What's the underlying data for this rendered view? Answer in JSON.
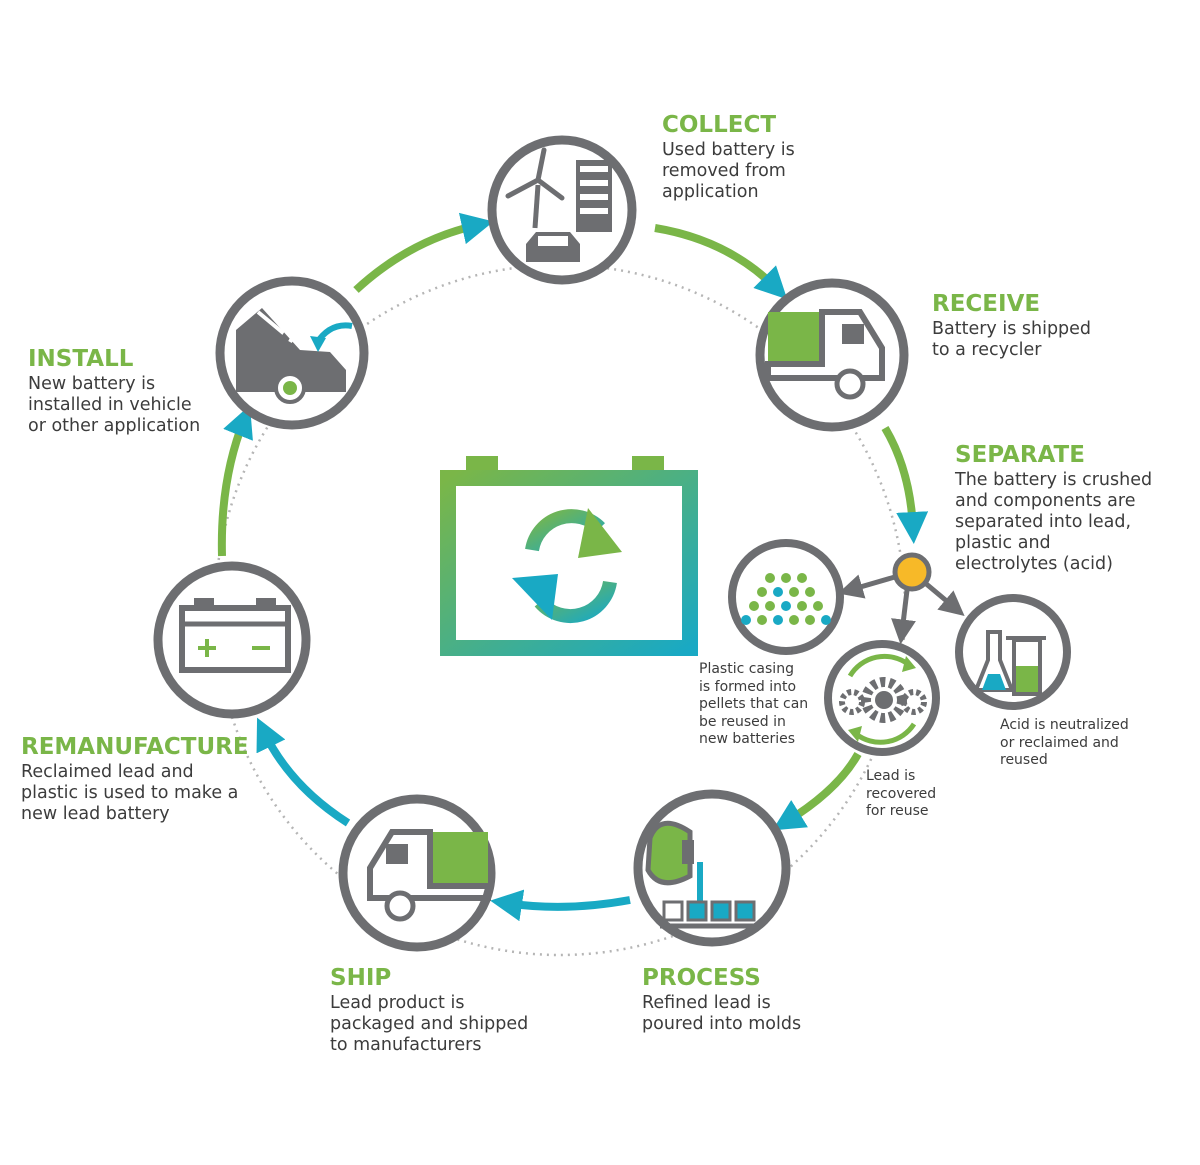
{
  "colors": {
    "green": "#7ab648",
    "teal": "#19a9c4",
    "gray": "#6d6e71",
    "dark_text": "#3c3c3c",
    "yellow": "#f7b928"
  },
  "center_icon": "battery-recycle-icon",
  "stages": [
    {
      "id": "collect",
      "icon": "collect-icon",
      "title": "COLLECT",
      "description": "Used battery is\nremoved from\napplication"
    },
    {
      "id": "receive",
      "icon": "truck-icon",
      "title": "RECEIVE",
      "description": "Battery is shipped\nto a recycler"
    },
    {
      "id": "separate",
      "icon": "split-node-icon",
      "title": "SEPARATE",
      "description": "The battery is crushed\nand components are\nseparated into lead,\nplastic and\nelectrolytes (acid)"
    },
    {
      "id": "process",
      "icon": "molten-lead-icon",
      "title": "PROCESS",
      "description": "Refined lead is\npoured into molds"
    },
    {
      "id": "ship",
      "icon": "truck-icon",
      "title": "SHIP",
      "description": "Lead product is\npackaged and shipped\nto manufacturers"
    },
    {
      "id": "remanufacture",
      "icon": "battery-icon",
      "title": "REMANUFACTURE",
      "description": "Reclaimed lead and\nplastic is used to make a\nnew lead battery"
    },
    {
      "id": "install",
      "icon": "car-hood-icon",
      "title": "INSTALL",
      "description": "New battery is\ninstalled in vehicle\nor other application"
    }
  ],
  "sub_outputs": [
    {
      "id": "plastic",
      "icon": "pellets-icon",
      "description": "Plastic casing\nis formed into\npellets that can\nbe reused in\nnew batteries"
    },
    {
      "id": "lead",
      "icon": "gears-icon",
      "description": "Lead is\nrecovered\nfor reuse"
    },
    {
      "id": "acid",
      "icon": "lab-glassware-icon",
      "description": "Acid is neutralized\nor reclaimed and\nreused"
    }
  ]
}
